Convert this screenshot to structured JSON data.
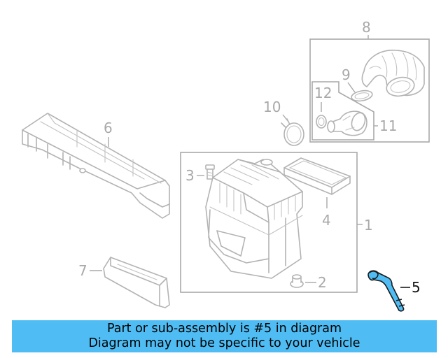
{
  "callouts": {
    "c1": "1",
    "c2": "2",
    "c3": "3",
    "c4": "4",
    "c5": "5",
    "c6": "6",
    "c7": "7",
    "c8": "8",
    "c9": "9",
    "c10": "10",
    "c11": "11",
    "c12": "12"
  },
  "highlighted_part": "5",
  "colors": {
    "highlight": "#4fbdf4",
    "line": "#b3b3b3",
    "banner": "#4fbdf4"
  },
  "banner": {
    "line1": "Part or sub-assembly is #5 in diagram",
    "line2": "Diagram may not be specific to your vehicle"
  }
}
